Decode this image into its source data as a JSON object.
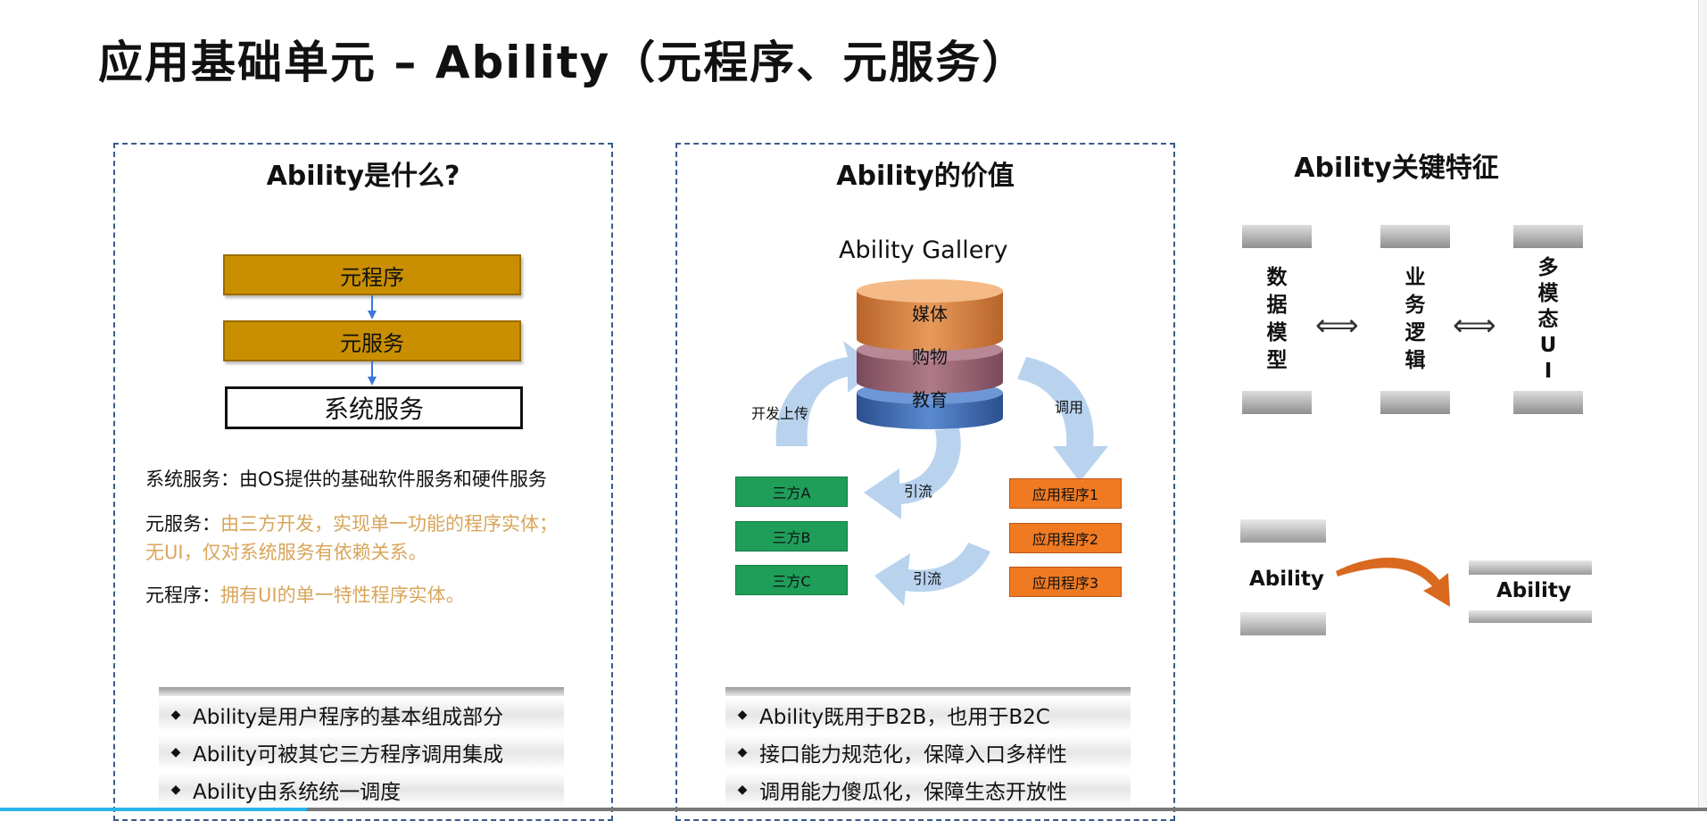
{
  "title": "应用基础单元 – Ability（元程序、元服务）",
  "panel1": {
    "title": "Ability是什么?",
    "stack": [
      "元程序",
      "元服务",
      "系统服务"
    ],
    "desc": {
      "sys_label": "系统服务：",
      "sys_text": "由OS提供的基础软件服务和硬件服务",
      "meta_service_label": "元服务：",
      "meta_service_text1": "由三方开发，实现单一功能的程序实体；",
      "meta_service_text2": "无UI，仅对系统服务有依赖关系。",
      "meta_program_label": "元程序：",
      "meta_program_text": "拥有UI的单一特性程序实体。"
    },
    "bullets": [
      "Ability是用户程序的基本组成部分",
      "Ability可被其它三方程序调用集成",
      "Ability由系统统一调度"
    ]
  },
  "panel2": {
    "title": "Ability的价值",
    "gallery_title": "Ability Gallery",
    "layers": [
      "媒体",
      "购物",
      "教育"
    ],
    "left_label": "开发上传",
    "right_label": "调用",
    "flow_label1": "引流",
    "flow_label2": "引流",
    "third_parties": [
      "三方A",
      "三方B",
      "三方C"
    ],
    "apps": [
      "应用程序1",
      "应用程序2",
      "应用程序3"
    ],
    "bullets": [
      "Ability既用于B2B，也用于B2C",
      "接口能力规范化，保障入口多样性",
      "调用能力傻瓜化，保障生态开放性"
    ]
  },
  "panel3": {
    "title": "Ability关键特征",
    "pillars": [
      [
        "数",
        "据",
        "模",
        "型"
      ],
      [
        "业",
        "务",
        "逻",
        "辑"
      ],
      [
        "多",
        "模",
        "态",
        "U",
        "I"
      ]
    ],
    "ability_left": "Ability",
    "ability_right": "Ability"
  },
  "progress": 0.18,
  "colors": {
    "gold": "#c98f00",
    "green": "#1f9e5a",
    "orange": "#f07a22",
    "progress": "#2bb3e8"
  }
}
